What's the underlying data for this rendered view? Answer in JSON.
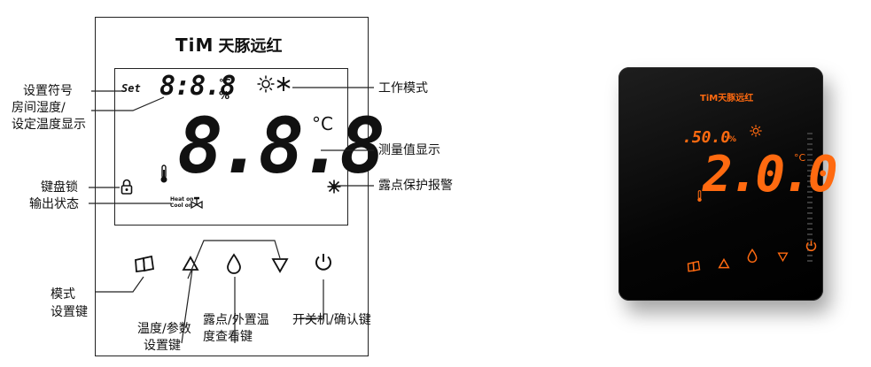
{
  "brand": {
    "en": "TiM",
    "cn": "天豚远红"
  },
  "lcd": {
    "set_symbol": "Set",
    "small_digits": "8:8.8",
    "small_unit_c": "°C",
    "small_unit_pct": "%",
    "big_digits": "8.8.8",
    "big_unit": "°C",
    "heat_on": "Heat on",
    "cool_on": "Cool on"
  },
  "labels": {
    "set_symbol": "设置符号",
    "room_humidity_line1": "房间湿度/",
    "room_humidity_line2": "设定温度显示",
    "work_mode": "工作模式",
    "measured_value": "测量值显示",
    "keypad_lock": "键盘锁",
    "output_status": "输出状态",
    "dew_alarm": "露点保护报警",
    "mode_key_line1": "模式",
    "mode_key_line2": "设置键",
    "temp_param_key_line1": "温度/参数",
    "temp_param_key_line2": "设置键",
    "dew_ext_key_line1": "露点/外置温",
    "dew_ext_key_line2": "度查看键",
    "power_key": "开关机/确认键"
  },
  "device": {
    "brand_en": "TiM",
    "brand_cn": "天豚远红",
    "small_reading": ".50.0",
    "small_unit": "%",
    "big_reading": "2.0.0",
    "big_unit": "°C"
  },
  "colors": {
    "accent_orange": "#ff6a10",
    "line": "#222222",
    "device_body": "#0a0a0a"
  },
  "icons": [
    "sun-icon",
    "snowflake-icon",
    "thermometer-icon",
    "lock-icon",
    "valve-icon",
    "dew-alarm-icon",
    "book-icon",
    "up-triangle-icon",
    "droplet-icon",
    "down-triangle-icon",
    "power-icon"
  ]
}
